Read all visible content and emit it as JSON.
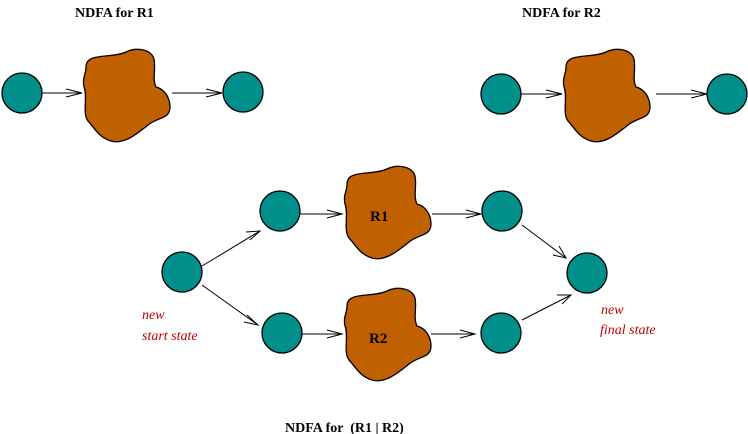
{
  "colors": {
    "state_fill": "#008f8a",
    "blob_fill": "#c06000",
    "note_text": "#c00000"
  },
  "diagrams": {
    "r1": {
      "title": "NDFA for R1"
    },
    "r2": {
      "title": "NDFA for R2"
    },
    "union": {
      "title": "NDFA for  (R1 | R2)",
      "blob_top_label": "R1",
      "blob_bottom_label": "R2",
      "start_note_line1": "new",
      "start_note_line2": "start state",
      "final_note_line1": "new",
      "final_note_line2": "final state"
    }
  }
}
